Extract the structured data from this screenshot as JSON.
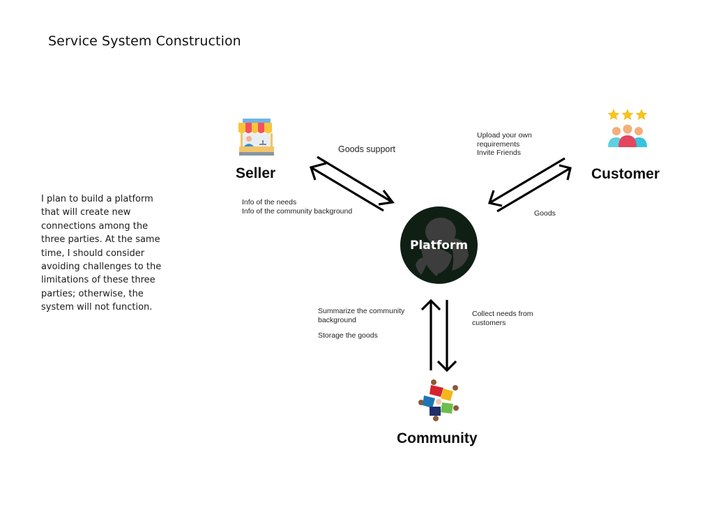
{
  "title": "Service System Construction",
  "description": "I plan to build a platform that will create new connections among the three parties. At the same time, I should consider avoiding challenges to the limitations of these three parties; otherwise, the system will not function.",
  "nodes": {
    "seller": {
      "label": "Seller",
      "icon": "storefront-icon"
    },
    "customer": {
      "label": "Customer",
      "icon": "customers-rating-icon"
    },
    "community": {
      "label": "Community",
      "icon": "community-group-icon"
    },
    "platform": {
      "label": "Platform",
      "icon": "leaf-logo-icon"
    }
  },
  "edges": {
    "seller_platform": {
      "to_platform_label": "Goods support",
      "to_seller_lines": [
        "Info of the needs",
        "Info of the community background"
      ]
    },
    "customer_platform": {
      "to_platform_lines": [
        "Upload your own",
        "requirements",
        "Invite Friends"
      ],
      "to_customer_label": "Goods"
    },
    "community_platform": {
      "to_platform_lines": [
        "Summarize the community",
        "background"
      ],
      "to_platform_extra": "Storage the goods",
      "to_community_lines": [
        "Collect needs from",
        "customers"
      ]
    }
  },
  "colors": {
    "platform_bg": "#0f1f14",
    "platform_leaf": "#3d3d3d",
    "arrow": "#000000",
    "star": "#f7c21b"
  }
}
